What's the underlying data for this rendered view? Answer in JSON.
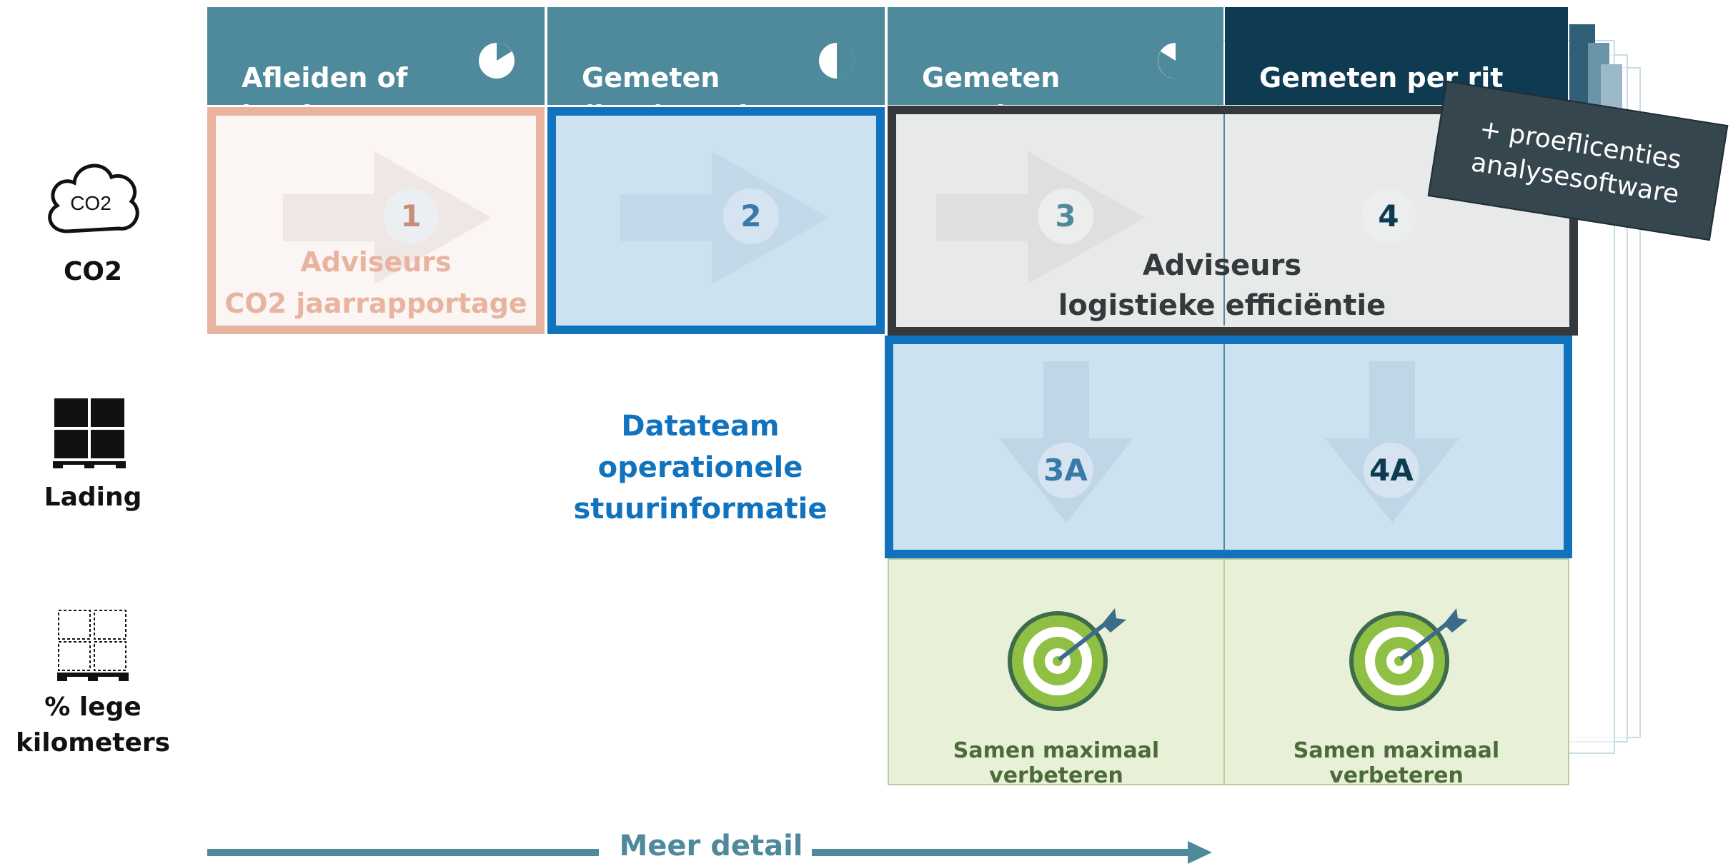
{
  "columns": [
    {
      "label": "Afleiden of\ninschatten",
      "icon": "pie-icon"
    },
    {
      "label": "Gemeten\n(jaar) totalen",
      "icon": "pie-icon"
    },
    {
      "label": "Gemeten\nper rit",
      "icon": "pie-icon"
    },
    {
      "label": "Gemeten per rit"
    }
  ],
  "rows": [
    {
      "label": "CO2",
      "icon": "cloud-co2-icon",
      "icon_text": "CO2"
    },
    {
      "label": "Lading",
      "icon": "pallet-full-icon"
    },
    {
      "label": "% lege\nkilometers",
      "icon": "pallet-empty-icon"
    }
  ],
  "cells": {
    "c1": "1",
    "c2": "2",
    "c3": "3",
    "c4": "4",
    "c3a": "3A",
    "c4a": "4A"
  },
  "groups": {
    "adviseurs_co2": "Adviseurs\nCO2 jaarrapportage",
    "adviseurs_logistiek": "Adviseurs\nlogistieke efficiëntie",
    "datateam": "Datateam operationele\nstuurinformatie"
  },
  "tag": "+ proeflicenties\nanalysesoftware",
  "targets": [
    {
      "label": "Samen maximaal verbeteren"
    },
    {
      "label": "Samen maximaal verbeteren"
    }
  ],
  "axis": {
    "label": "Meer detail"
  },
  "colors": {
    "header": "#4e8a9c",
    "header_dark": "#0e3a52",
    "salmon": "#e8b4a0",
    "blue_border": "#1173be",
    "blue_fill": "#cde2f0",
    "dark_border": "#36393c",
    "target_fill": "#e8f0d8",
    "target_text": "#4d6b3a"
  }
}
